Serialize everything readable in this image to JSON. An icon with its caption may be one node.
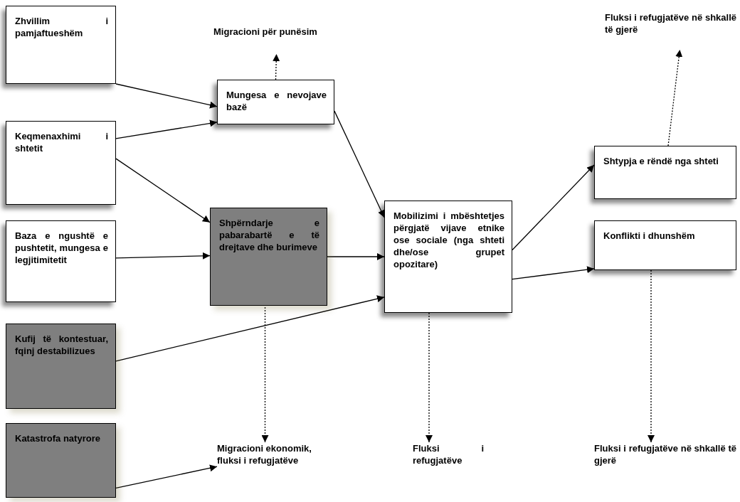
{
  "diagram": {
    "nodes": [
      {
        "text": [
          "Zhvillim i pamjaftueshëm"
        ]
      },
      {
        "text": [
          "Migracioni për punësim"
        ]
      },
      {
        "text": [
          "Mungesa e nevojave bazë"
        ]
      },
      {
        "text": [
          "Keqmenaxhimi i shtetit"
        ]
      },
      {
        "text": [
          "Baza e ngushtë e pushtetit, mungesa e legjitimitetit"
        ]
      },
      {
        "text": [
          "Shpërndarje e pabarabartë e të drejtave dhe burimeve"
        ]
      },
      {
        "text": [
          "Mobilizimi i mbështetjes përgjatë vijave etnike ose sociale (nga shteti dhe/ose grupet opozitare)"
        ]
      },
      {
        "text": [
          "Fluksi i refugjatëve në shkallë të gjerë"
        ]
      },
      {
        "text": [
          "Shtypja e rëndë nga shteti"
        ]
      },
      {
        "text": [
          "Konflikti i dhunshëm"
        ]
      },
      {
        "text": [
          "Kufij të kontestuar, fqinj destabilizues"
        ]
      },
      {
        "text": [
          "Migracioni ekonomik, fluksi i refugjatëve"
        ]
      },
      {
        "text": [
          "Fluksi i refugjatëve"
        ]
      },
      {
        "text": [
          "Fluksi i refugjatëve në shkallë të gjerë"
        ]
      },
      {
        "text": [
          "Katastrofa natyrore"
        ]
      }
    ],
    "edges": [
      {
        "from": 0,
        "to": 2,
        "arrow": "to"
      },
      {
        "from": 3,
        "to": 2,
        "arrow": "to"
      },
      {
        "from": 3,
        "to": 5,
        "arrow": "to"
      },
      {
        "from": 4,
        "to": 5,
        "arrow": "to"
      },
      {
        "from": 5,
        "to": 6,
        "arrow": "to"
      },
      {
        "from": 2,
        "to": 6,
        "arrow": "to"
      },
      {
        "from": 10,
        "to": 6,
        "arrow": "to"
      },
      {
        "from": 14,
        "to": 11,
        "arrow": "to"
      },
      {
        "from": 6,
        "to": 8,
        "arrow": "to"
      },
      {
        "from": 6,
        "to": 9,
        "arrow": "to"
      },
      {
        "from": 2,
        "to": 1,
        "arrow": "to",
        "style": "dashed"
      },
      {
        "from": 5,
        "to": 11,
        "arrow": "to",
        "style": "dashed"
      },
      {
        "from": 6,
        "to": 12,
        "arrow": "to",
        "style": "dashed"
      },
      {
        "from": 8,
        "to": 7,
        "arrow": "to",
        "style": "dashed"
      },
      {
        "from": 9,
        "to": 13,
        "arrow": "to",
        "style": "dashed"
      }
    ]
  }
}
